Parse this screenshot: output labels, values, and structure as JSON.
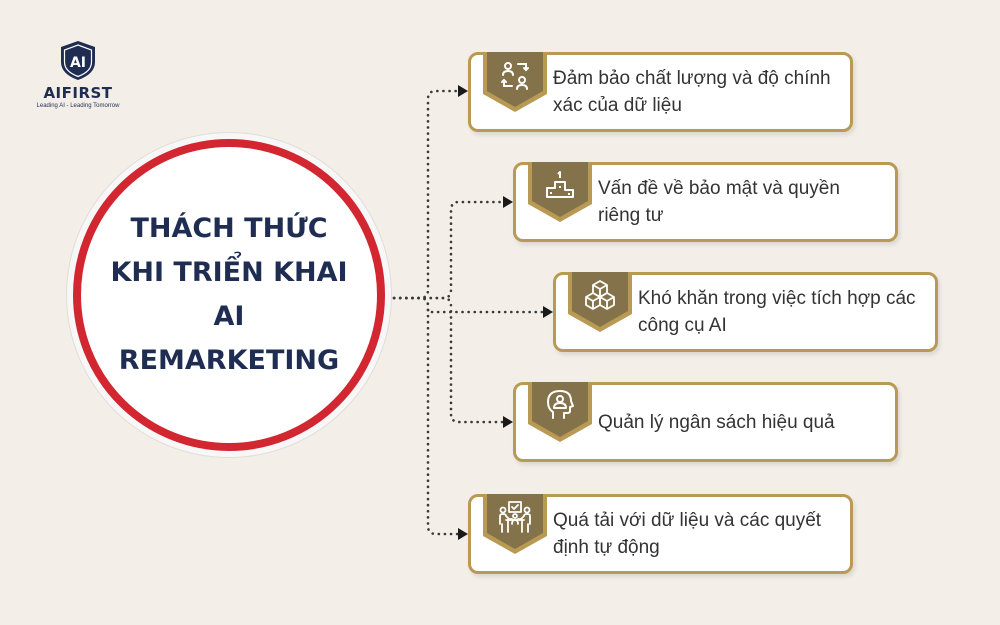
{
  "logo": {
    "mark": "AI",
    "name": "AIFIRST",
    "tagline": "Leading AI - Leading Tomorrow"
  },
  "center": {
    "title": "THÁCH THỨC KHI TRIỂN KHAI AI REMARKETING"
  },
  "items": [
    {
      "text": "Đảm bảo chất lượng và độ chính xác của dữ liệu",
      "icon": "data-exchange-icon"
    },
    {
      "text": "Vấn đề về bảo mật và quyền riêng tư",
      "icon": "podium-icon"
    },
    {
      "text": "Khó khăn trong việc tích hợp các công cụ AI",
      "icon": "cubes-icon"
    },
    {
      "text": "Quản lý ngân sách hiệu quả",
      "icon": "head-person-icon"
    },
    {
      "text": "Quá tải với dữ liệu và các quyết định tự động",
      "icon": "team-task-icon"
    }
  ],
  "colors": {
    "accent_gold": "#b99a54",
    "badge_dark": "#83724a",
    "circle_border": "#d22630",
    "title_navy": "#1f2d52",
    "background": "#f3efe8"
  }
}
